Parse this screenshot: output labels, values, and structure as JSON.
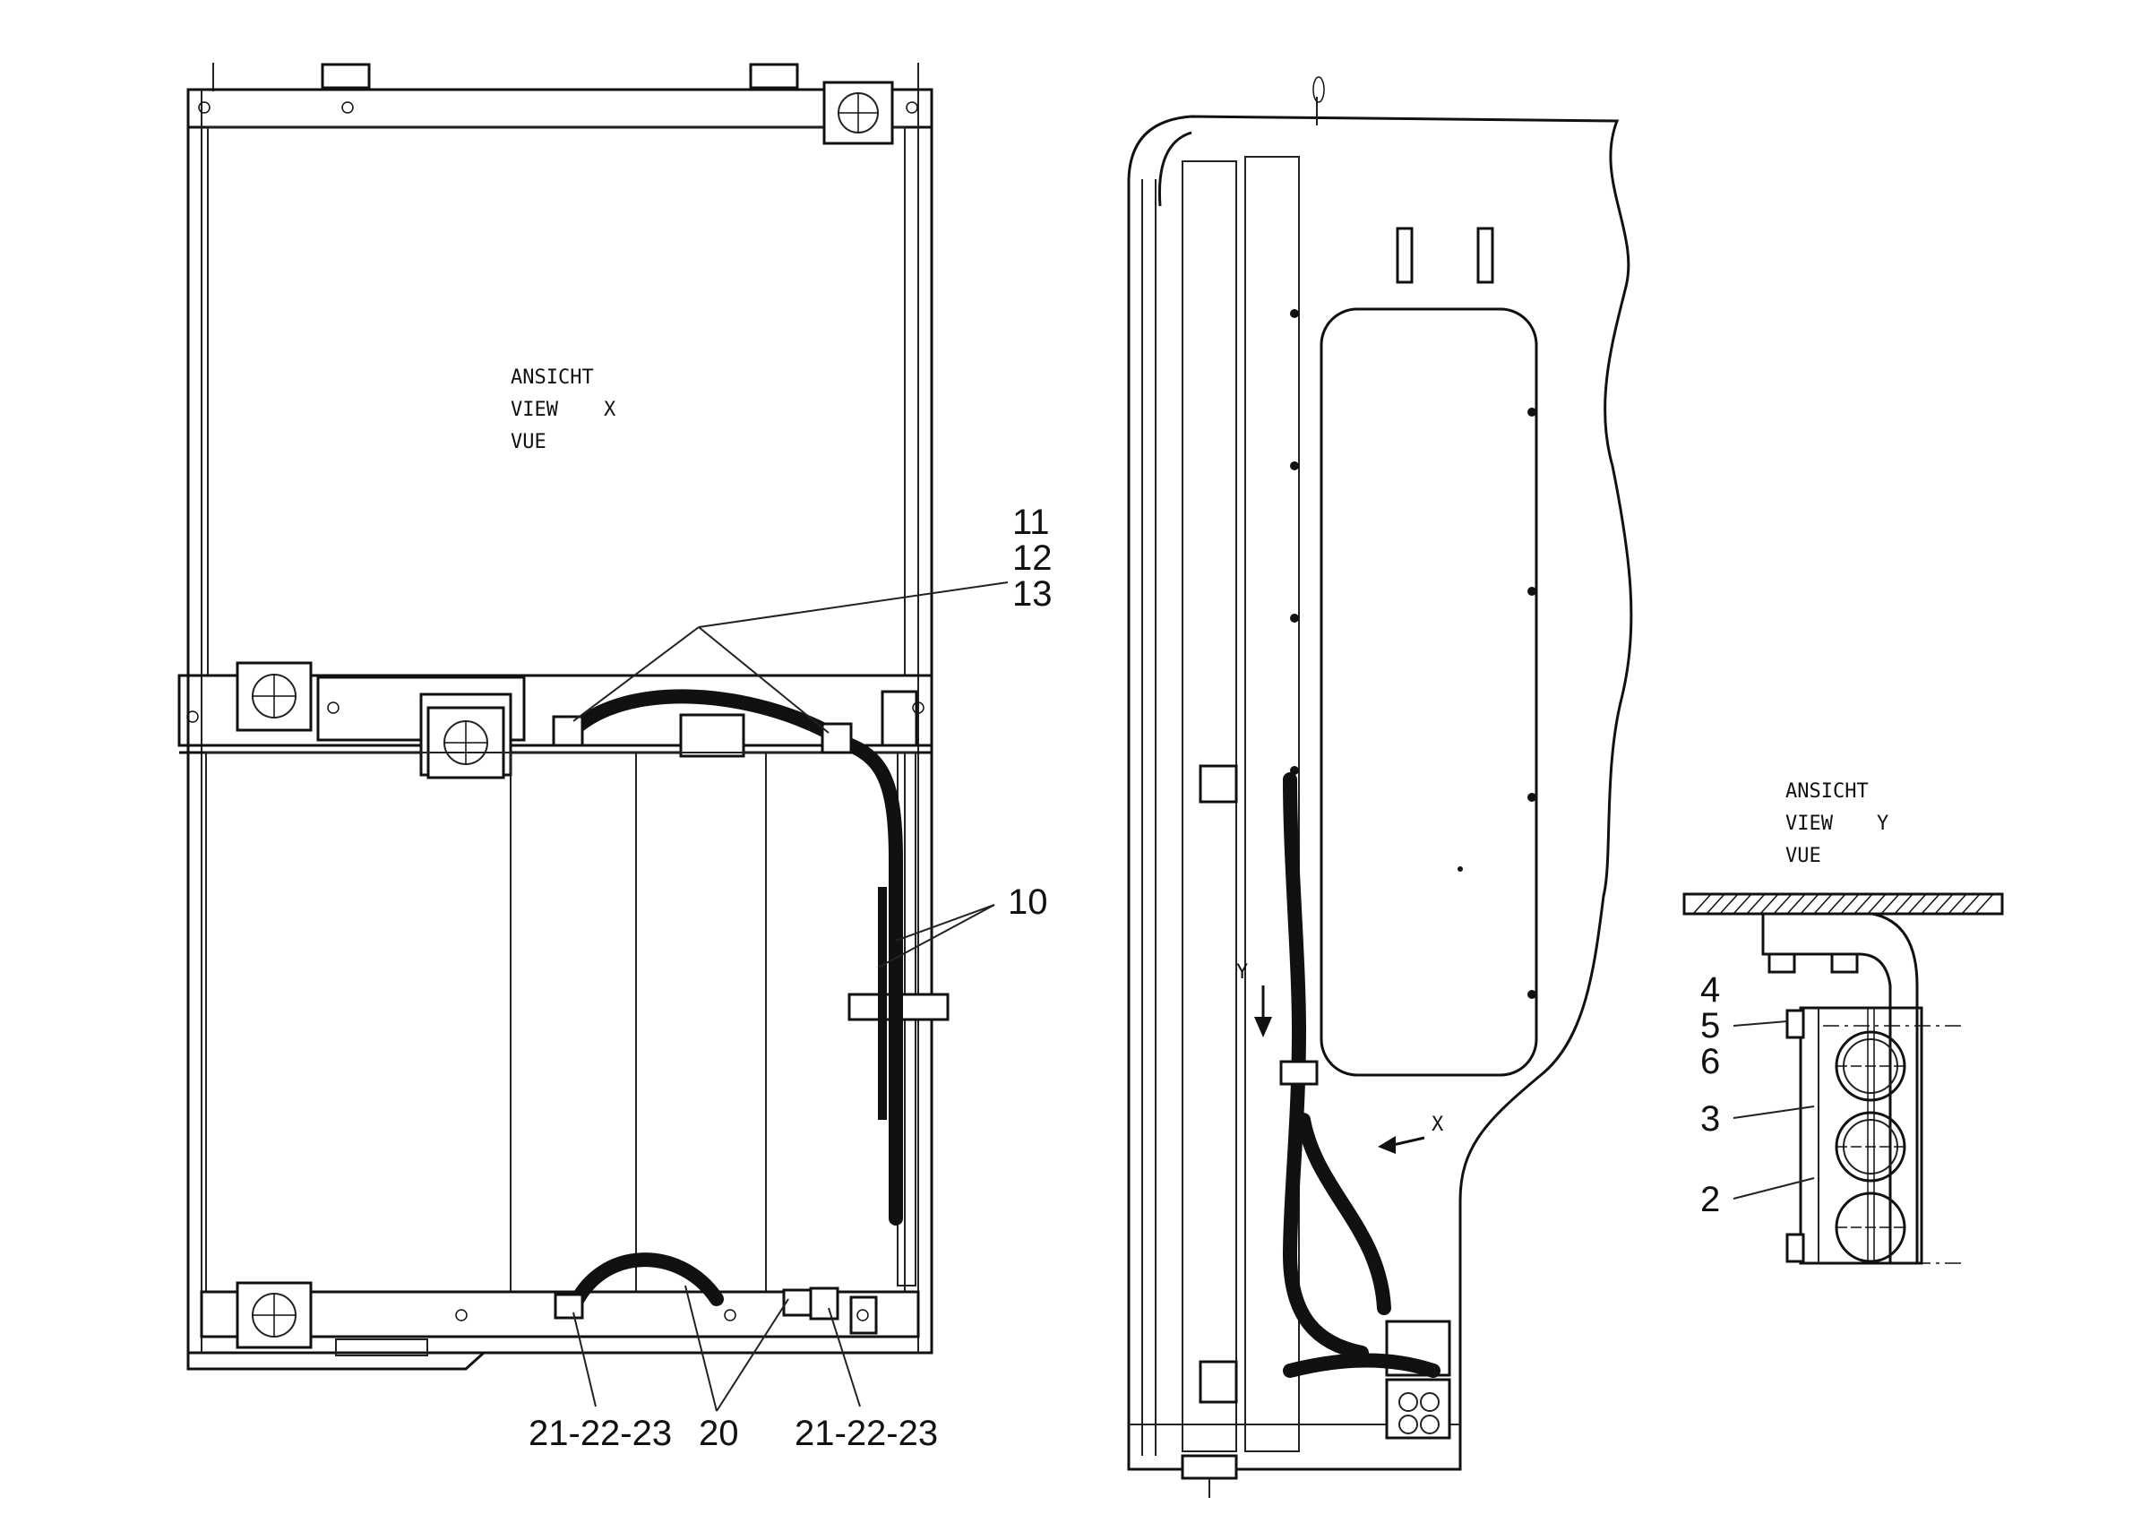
{
  "view_x": {
    "line1": "ANSICHT",
    "line2": "VIEW",
    "line3": "VUE",
    "letter": "X"
  },
  "view_y": {
    "line1": "ANSICHT",
    "line2": "VIEW",
    "line3": "VUE",
    "letter": "Y"
  },
  "arrows": {
    "y_label": "Y",
    "x_label": "X"
  },
  "callouts": {
    "c11": "11",
    "c12": "12",
    "c13": "13",
    "c10": "10",
    "c20": "20",
    "c21_left": "21-22-23",
    "c21_right": "21-22-23",
    "c4": "4",
    "c5": "5",
    "c6": "6",
    "c3": "3",
    "c2": "2"
  }
}
